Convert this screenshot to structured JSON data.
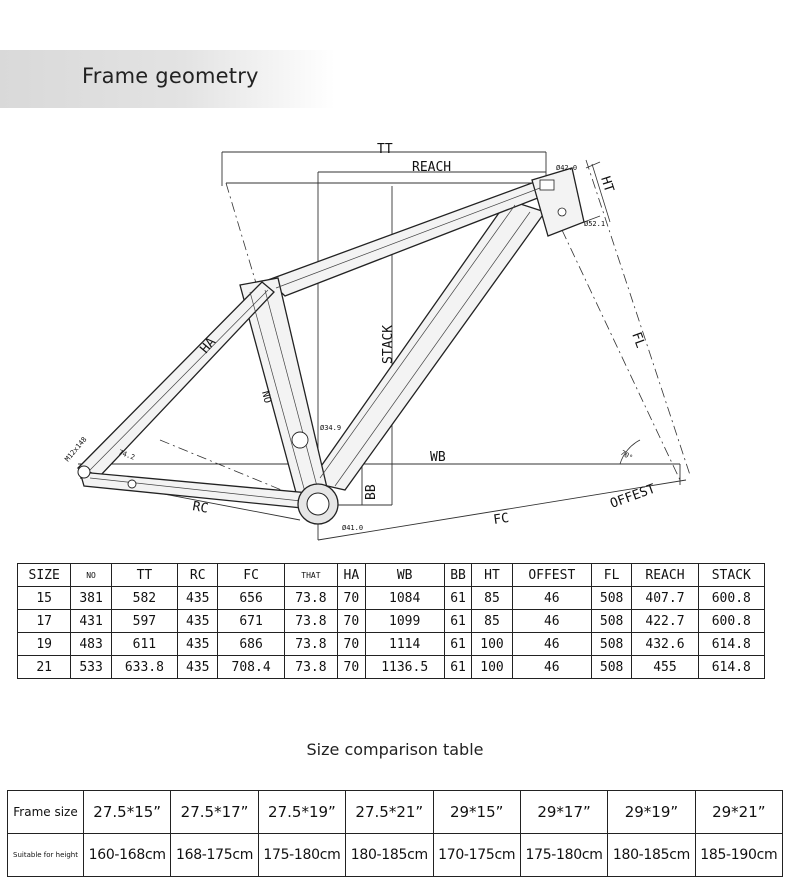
{
  "banner": {
    "title": "Frame geometry"
  },
  "diagram": {
    "labels": {
      "tt": "TT",
      "reach": "REACH",
      "stack": "STACK",
      "wb": "WB",
      "bb": "BB",
      "rc": "RC",
      "fc": "FC",
      "fl": "FL",
      "ht": "HT",
      "offset": "OFFEST",
      "no": "NO",
      "ha": "HA",
      "d42": "Ø42.0",
      "d52": "Ø52.1",
      "d349": "Ø34.9",
      "d410": "Ø41.0",
      "angle_ha": "70°",
      "angle_seat": "74.2",
      "dropout": "M12x148"
    }
  },
  "geometry_table": {
    "headers": [
      "SIZE",
      "NO",
      "TT",
      "RC",
      "FC",
      "THAT",
      "HA",
      "WB",
      "BB",
      "HT",
      "OFFEST",
      "FL",
      "REACH",
      "STACK"
    ],
    "rows": [
      [
        "15",
        "381",
        "582",
        "435",
        "656",
        "73.8",
        "70",
        "1084",
        "61",
        "85",
        "46",
        "508",
        "407.7",
        "600.8"
      ],
      [
        "17",
        "431",
        "597",
        "435",
        "671",
        "73.8",
        "70",
        "1099",
        "61",
        "85",
        "46",
        "508",
        "422.7",
        "600.8"
      ],
      [
        "19",
        "483",
        "611",
        "435",
        "686",
        "73.8",
        "70",
        "1114",
        "61",
        "100",
        "46",
        "508",
        "432.6",
        "614.8"
      ],
      [
        "21",
        "533",
        "633.8",
        "435",
        "708.4",
        "73.8",
        "70",
        "1136.5",
        "61",
        "100",
        "46",
        "508",
        "455",
        "614.8"
      ]
    ]
  },
  "comparison": {
    "title": "Size comparison table",
    "frame_size_label": "Frame size",
    "height_label": "Suitable for height",
    "frame_sizes": [
      "27.5*15”",
      "27.5*17”",
      "27.5*19”",
      "27.5*21”",
      "29*15”",
      "29*17”",
      "29*19”",
      "29*21”"
    ],
    "heights": [
      "160-168cm",
      "168-175cm",
      "175-180cm",
      "180-185cm",
      "170-175cm",
      "175-180cm",
      "180-185cm",
      "185-190cm"
    ]
  }
}
